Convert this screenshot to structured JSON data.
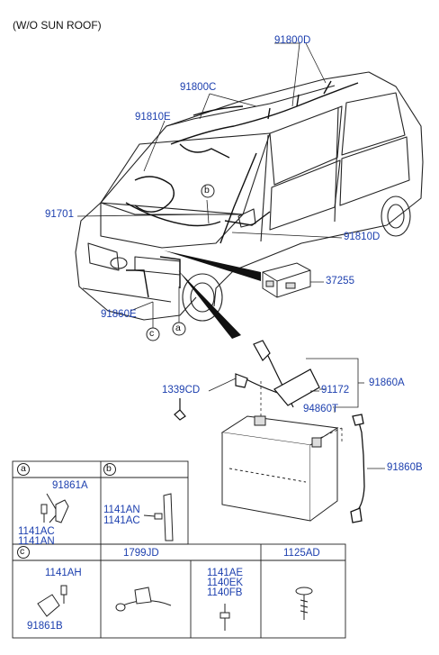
{
  "header": {
    "note": "(W/O SUN ROOF)"
  },
  "callouts": {
    "p91800D": "91800D",
    "p91800C": "91800C",
    "p91810E": "91810E",
    "p91701": "91701",
    "p91810D": "91810D",
    "p37255": "37255",
    "p91860E": "91860E",
    "p1339CD": "1339CD",
    "p91172": "91172",
    "p91860A": "91860A",
    "p94860T": "94860T",
    "p91860B": "91860B"
  },
  "markers": {
    "a": "a",
    "b": "b",
    "c": "c"
  },
  "table": {
    "cell_a": {
      "marker": "a",
      "top": "91861A",
      "bolt1": "1141AC",
      "bolt2": "1141AN"
    },
    "cell_b": {
      "marker": "b",
      "bolt1": "1141AN",
      "bolt2": "1141AC"
    },
    "cell_c": {
      "marker": "c",
      "top": "1141AH",
      "bottom": "91861B"
    },
    "cell_1799": {
      "title": "1799JD"
    },
    "cell_1141": {
      "l1": "1141AE",
      "l2": "1140EK",
      "l3": "1140FB"
    },
    "cell_1125": {
      "title": "1125AD"
    }
  },
  "colors": {
    "label": "#1c3fae",
    "line": "#222222"
  }
}
